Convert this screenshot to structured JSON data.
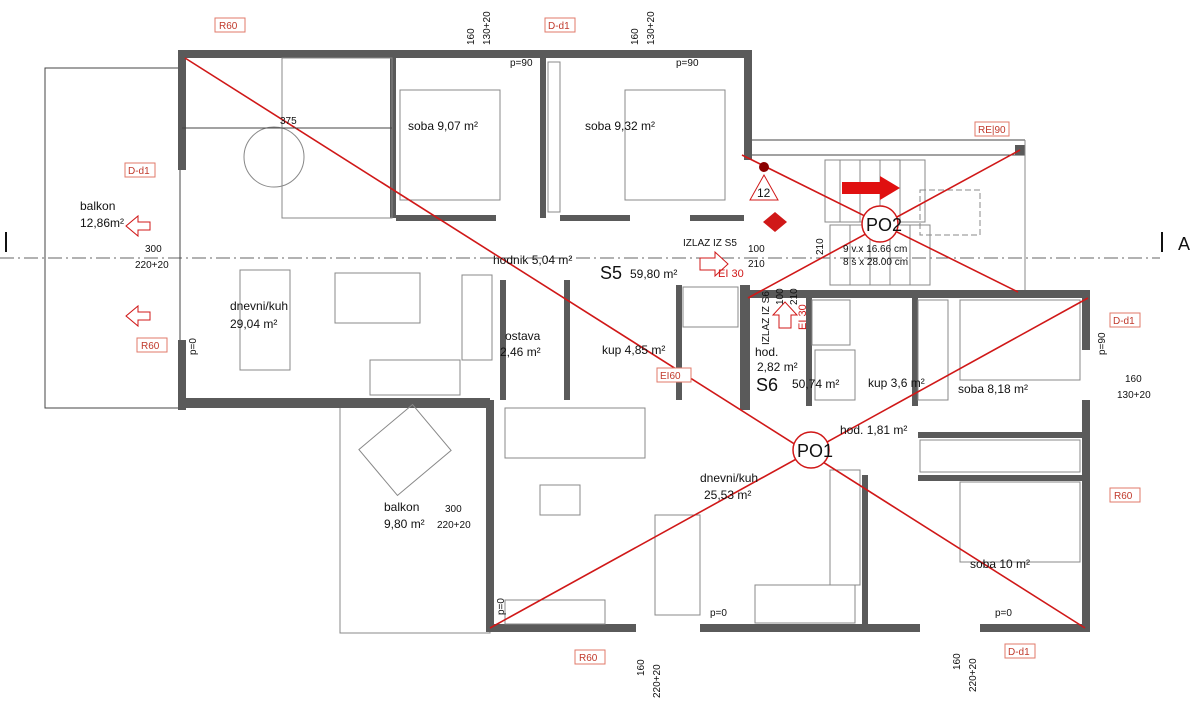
{
  "tags": {
    "r60_top": "R60",
    "dd1_top": "D-d1",
    "re90": "RE|90",
    "dd1_left": "D-d1",
    "r60_left": "R60",
    "dd1_right": "D-d1",
    "r60_right": "R60",
    "r60_bottom": "R60",
    "dd1_bottom": "D-d1"
  },
  "dimensions": {
    "top1_a": "160",
    "top1_b": "130+20",
    "top2_a": "160",
    "top2_b": "130+20",
    "width_375": "375",
    "balkon1_a": "300",
    "balkon1_b": "220+20",
    "balkon2_a": "300",
    "balkon2_b": "220+20",
    "right_a": "160",
    "right_b": "130+20",
    "bottom1_a": "160",
    "bottom1_b": "220+20",
    "bottom2_a": "160",
    "bottom2_b": "220+20",
    "p90_1": "p=90",
    "p90_2": "p=90",
    "p90_3": "p=90",
    "p0_1": "p=0",
    "p0_2": "p=0",
    "p0_3": "p=0",
    "p0_4": "p=0",
    "stair_1": "9 v.x 16.66 cm",
    "stair_2": "8 š x 28.00 cm",
    "stair_h": "210"
  },
  "rooms": {
    "soba1": "soba 9,07 m²",
    "soba2": "soba 9,32 m²",
    "balkon1_name": "balkon",
    "balkon1_area": "12,86m²",
    "dnevni1_name": "dnevni/kuh",
    "dnevni1_area": "29,04 m²",
    "hodnik": "hodnik 5,04 m²",
    "ostava_name": "ostava",
    "ostava_area": "2,46 m²",
    "kup1": "kup 4,85 m²",
    "hod2_name": "hod.",
    "hod2_area": "2,82 m²",
    "kup2": "kup 3,6 m²",
    "soba3": "soba 8,18 m²",
    "hod3": "hod. 1,81 m²",
    "dnevni2_name": "dnevni/kuh",
    "dnevni2_area": "25,53 m²",
    "balkon2_name": "balkon",
    "balkon2_area": "9,80 m²",
    "soba4": "soba 10 m²"
  },
  "units": {
    "s5_id": "S5",
    "s5_area": "59,80 m²",
    "s6_id": "S6",
    "s6_area": "50,74 m²"
  },
  "fire": {
    "exit_s5": "IZLAZ IZ S5",
    "exit_s6": "IZLAZ IZ S6",
    "door1_w": "100",
    "door1_h": "210",
    "door1_rating": "EI 30",
    "door2_w": "100",
    "door2_h": "210",
    "door2_rating": "EI 30",
    "ei60": "EI60",
    "hydrant_no": "12",
    "po1": "PO1",
    "po2": "PO2"
  },
  "section_marker": "A",
  "colors": {
    "fire_red": "#d01818",
    "wall": "#5a5a5a",
    "tag": "#c0392b"
  }
}
